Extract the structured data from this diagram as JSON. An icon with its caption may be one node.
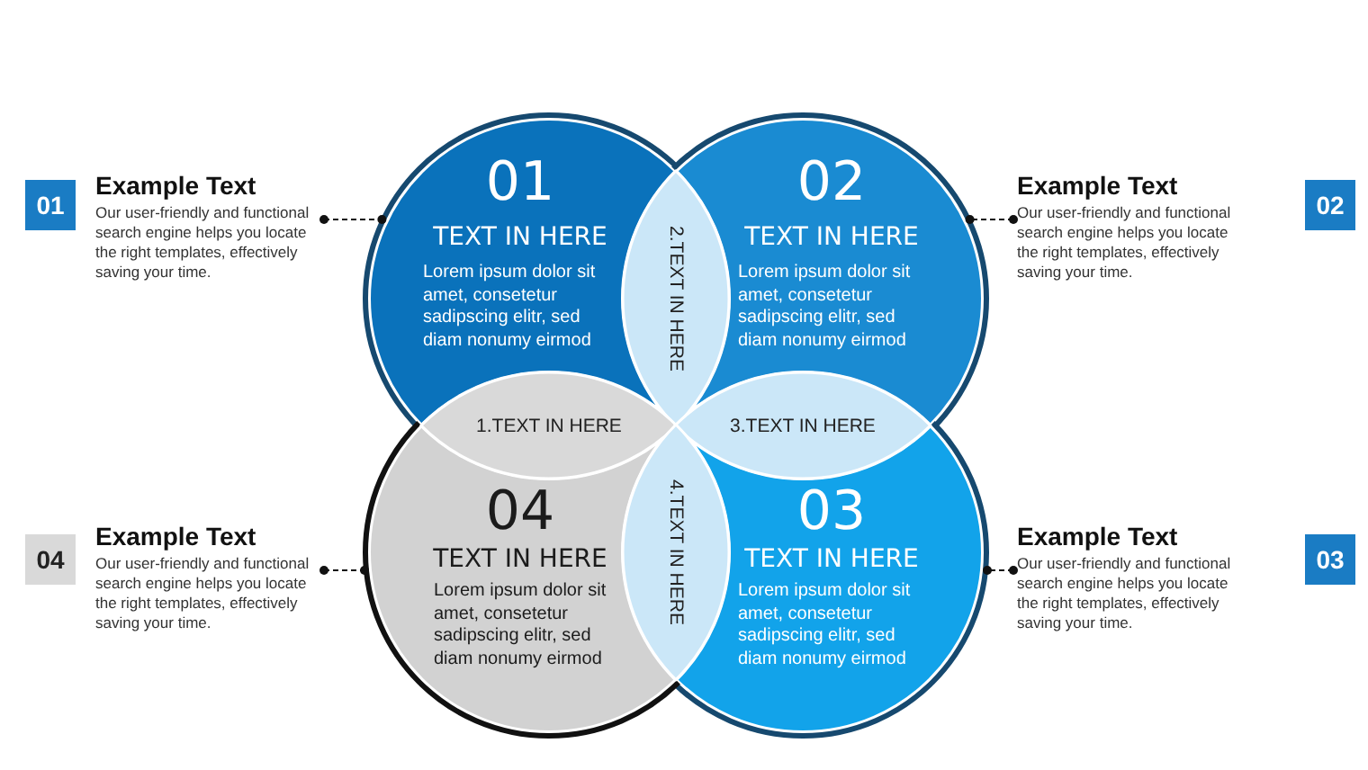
{
  "diagram": {
    "nodes": [
      {
        "text": [
          "01",
          "TEXT IN HERE",
          "Lorem ipsum dolor sit amet, consetetur sadipscing elitr, sed diam nonumy  eirmod"
        ]
      },
      {
        "text": [
          "02",
          "TEXT IN HERE",
          "Lorem ipsum dolor sit amet, consetetur sadipscing elitr, sed diam nonumy  eirmod"
        ]
      },
      {
        "text": [
          "03",
          "TEXT IN HERE",
          "Lorem ipsum dolor sit amet, consetetur sadipscing elitr, sed diam nonumy  eirmod"
        ]
      },
      {
        "text": [
          "04",
          "TEXT IN HERE",
          "Lorem ipsum dolor sit amet, consetetur sadipscing elitr, sed diam nonumy  eirmod"
        ]
      },
      {
        "text": [
          "2.TEXT IN HERE"
        ]
      },
      {
        "text": [
          "1.TEXT IN HERE"
        ]
      },
      {
        "text": [
          "3.TEXT IN HERE"
        ]
      },
      {
        "text": [
          "4.TEXT IN HERE"
        ]
      },
      {
        "text": [
          "01"
        ]
      },
      {
        "text": [
          "Example Text",
          "Our user-friendly and functional search engine helps you locate the right templates, effectively saving your time."
        ]
      },
      {
        "text": [
          "02"
        ]
      },
      {
        "text": [
          "Example Text",
          "Our user-friendly and functional search engine helps you locate the right templates, effectively saving your time."
        ]
      },
      {
        "text": [
          "04"
        ]
      },
      {
        "text": [
          "Example Text",
          "Our user-friendly and functional search engine helps you locate the right templates, effectively saving your time."
        ]
      },
      {
        "text": [
          "03"
        ]
      },
      {
        "text": [
          "Example Text",
          "Our user-friendly and functional search engine helps you locate the right templates, effectively saving your time."
        ]
      }
    ],
    "edges": [
      {
        "from": 9,
        "to": 0,
        "arrow": "other",
        "style": "dashed"
      },
      {
        "from": 11,
        "to": 1,
        "arrow": "other",
        "style": "dashed"
      },
      {
        "from": 13,
        "to": 3,
        "arrow": "other",
        "style": "dashed"
      },
      {
        "from": 15,
        "to": 2,
        "arrow": "other",
        "style": "dashed"
      }
    ]
  }
}
